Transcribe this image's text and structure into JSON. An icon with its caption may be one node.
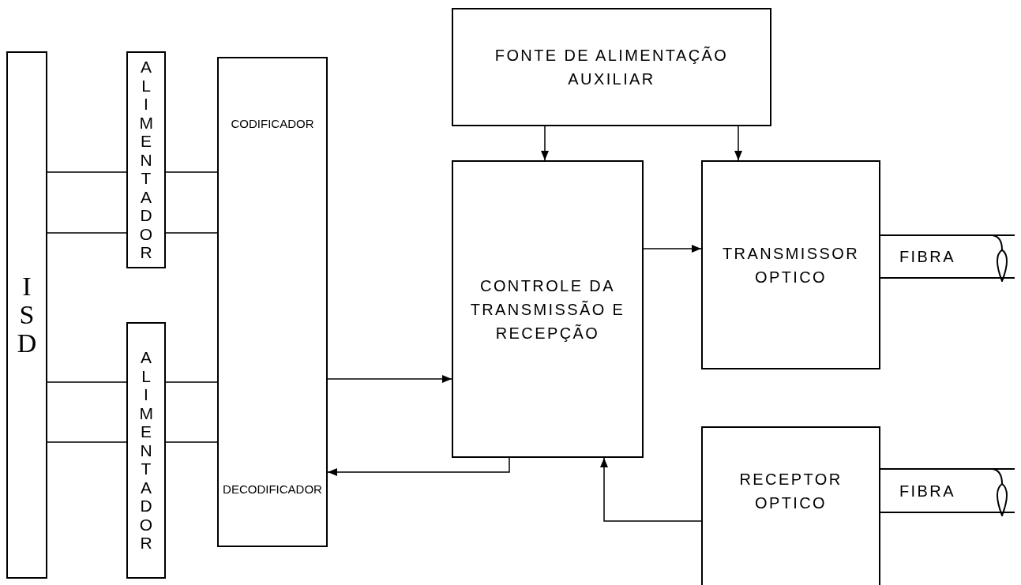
{
  "diagram": {
    "nodes": [
      {
        "text": [
          "ISD"
        ]
      },
      {
        "text": [
          "ALIMENTADOR"
        ]
      },
      {
        "text": [
          "ALIMENTADOR"
        ]
      },
      {
        "text": [
          "CODIFICADOR",
          "DECODIFICADOR"
        ]
      },
      {
        "text": [
          "FONTE DE ALIMENTAÇÃO AUXILIAR"
        ]
      },
      {
        "text": [
          "CONTROLE DA TRANSMISSÃO E RECEPÇÃO"
        ]
      },
      {
        "text": [
          "TRANSMISSOR OPTICO"
        ]
      },
      {
        "text": [
          "RECEPTOR OPTICO"
        ]
      },
      {
        "text": [
          "FIBRA"
        ]
      },
      {
        "text": [
          "FIBRA"
        ]
      }
    ],
    "edges": [
      {
        "from": 0,
        "to": 1,
        "arrow": "none"
      },
      {
        "from": 0,
        "to": 1,
        "arrow": "none"
      },
      {
        "from": 1,
        "to": 3,
        "arrow": "none"
      },
      {
        "from": 1,
        "to": 3,
        "arrow": "none"
      },
      {
        "from": 0,
        "to": 2,
        "arrow": "none"
      },
      {
        "from": 0,
        "to": 2,
        "arrow": "none"
      },
      {
        "from": 2,
        "to": 3,
        "arrow": "none"
      },
      {
        "from": 2,
        "to": 3,
        "arrow": "none"
      },
      {
        "from": 3,
        "to": 5,
        "arrow": "to"
      },
      {
        "from": 5,
        "to": 3,
        "arrow": "to"
      },
      {
        "from": 4,
        "to": 5,
        "arrow": "to"
      },
      {
        "from": 4,
        "to": 6,
        "arrow": "to"
      },
      {
        "from": 5,
        "to": 6,
        "arrow": "to"
      },
      {
        "from": 7,
        "to": 5,
        "arrow": "to"
      }
    ]
  }
}
